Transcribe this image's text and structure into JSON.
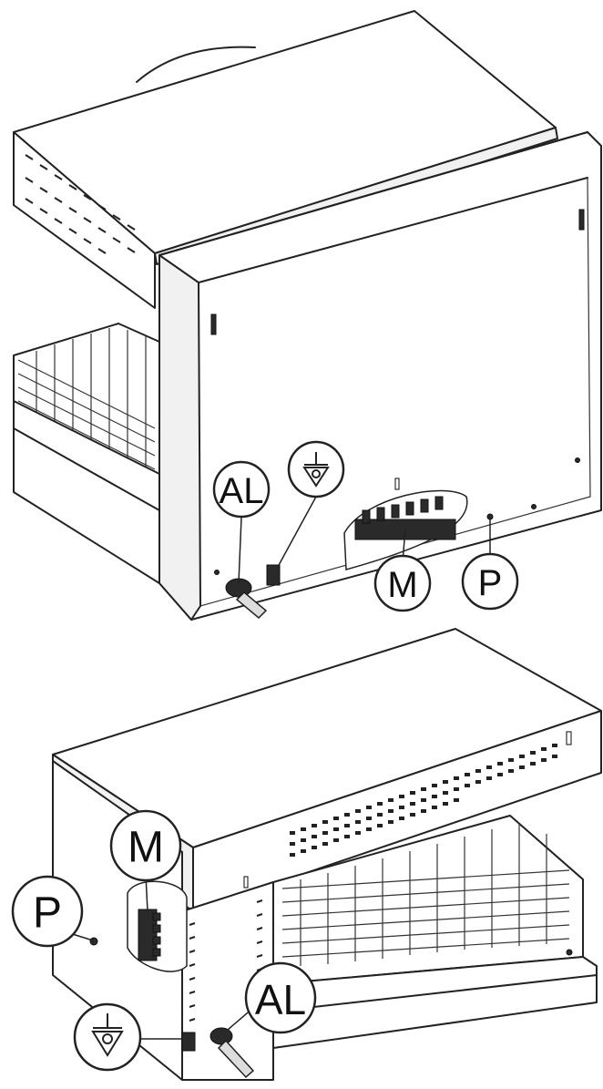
{
  "callouts": {
    "top_al": "AL",
    "top_m": "M",
    "top_p": "P",
    "bottom_m": "M",
    "bottom_p": "P",
    "bottom_al": "AL"
  },
  "icons": {
    "earth": "earth-ground-icon"
  },
  "colors": {
    "line": "#222222",
    "background": "#ffffff"
  }
}
